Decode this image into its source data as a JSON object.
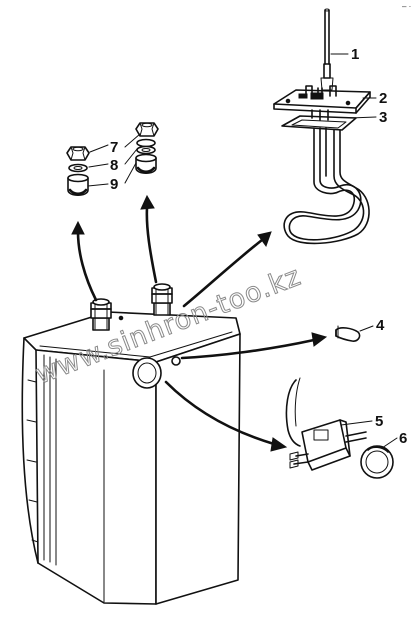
{
  "callouts": {
    "c1": "1",
    "c2": "2",
    "c3": "3",
    "c4": "4",
    "c5": "5",
    "c6": "6",
    "c7": "7",
    "c8": "8",
    "c9": "9"
  },
  "watermark": "www.sinhron-too.kz",
  "corner_mark": "– ·",
  "colors": {
    "ink": "#111111",
    "watermark": "#8a8a8a",
    "background": "#ffffff"
  }
}
